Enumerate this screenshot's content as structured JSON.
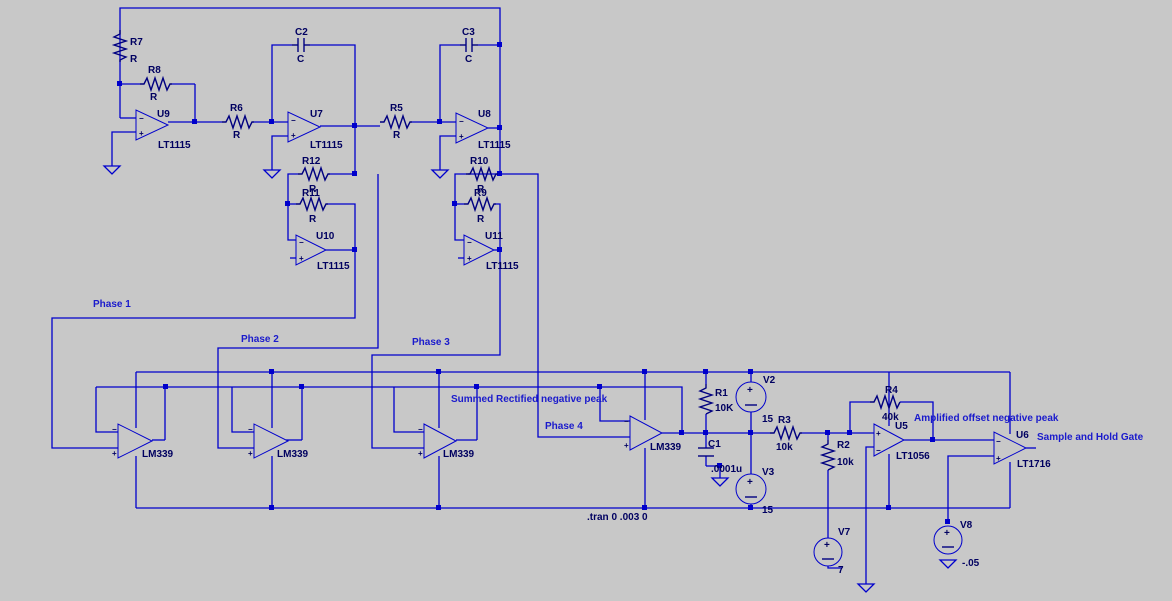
{
  "schematic": {
    "directive": ".tran 0 .003 0",
    "net_labels": {
      "phase1": "Phase 1",
      "phase2": "Phase 2",
      "phase3": "Phase 3",
      "phase4": "Phase 4",
      "summed": "Summed Rectified negative peak",
      "amplified": "Amplified offset negative peak",
      "sample_hold": "Sample and Hold Gate"
    },
    "opamps": {
      "u9": {
        "ref": "U9",
        "model": "LT1115"
      },
      "u7": {
        "ref": "U7",
        "model": "LT1115"
      },
      "u8": {
        "ref": "U8",
        "model": "LT1115"
      },
      "u10": {
        "ref": "U10",
        "model": "LT1115"
      },
      "u11": {
        "ref": "U11",
        "model": "LT1115"
      },
      "u5": {
        "ref": "U5",
        "model": "LT1056"
      },
      "u6": {
        "ref": "U6",
        "model": "LT1716"
      }
    },
    "comparators": {
      "cmp1": {
        "model": "LM339"
      },
      "cmp2": {
        "model": "LM339"
      },
      "cmp3": {
        "model": "LM339"
      },
      "cmp4": {
        "model": "LM339"
      }
    },
    "resistors": {
      "r7": {
        "ref": "R7",
        "value": "R"
      },
      "r8": {
        "ref": "R8",
        "value": "R"
      },
      "r6": {
        "ref": "R6",
        "value": "R"
      },
      "r5": {
        "ref": "R5",
        "value": "R"
      },
      "r12": {
        "ref": "R12",
        "value": "R"
      },
      "r11": {
        "ref": "R11",
        "value": "R"
      },
      "r10": {
        "ref": "R10",
        "value": "R"
      },
      "r9": {
        "ref": "R9",
        "value": "R"
      },
      "r1": {
        "ref": "R1",
        "value": "10K"
      },
      "r3": {
        "ref": "R3",
        "value": "10k"
      },
      "r2": {
        "ref": "R2",
        "value": "10k"
      },
      "r4": {
        "ref": "R4",
        "value": "40k"
      }
    },
    "capacitors": {
      "c2": {
        "ref": "C2",
        "value": "C"
      },
      "c3": {
        "ref": "C3",
        "value": "C"
      },
      "c1": {
        "ref": "C1",
        "value": ".0001u"
      }
    },
    "sources": {
      "v2": {
        "ref": "V2",
        "value": "15"
      },
      "v3": {
        "ref": "V3",
        "value": "15"
      },
      "v7": {
        "ref": "V7",
        "value": "7"
      },
      "v8": {
        "ref": "V8",
        "value": "-.05"
      }
    }
  }
}
